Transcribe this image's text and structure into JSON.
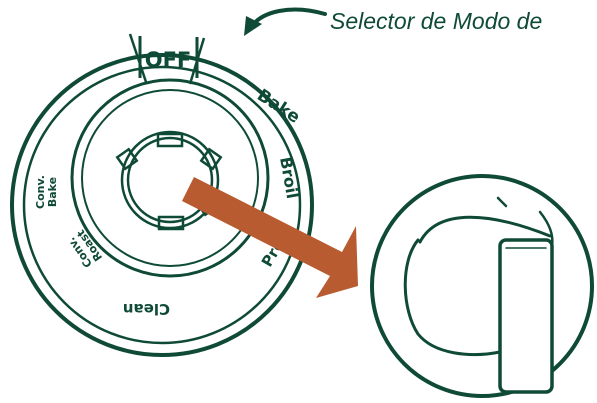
{
  "callout": {
    "text": "Selector de Modo de"
  },
  "dial": {
    "off_label": "OFF",
    "modes": {
      "bake": "Bake",
      "broil": "Broil",
      "proof": "Proof",
      "clean": "Clean",
      "conv_roast_line1": "Conv.",
      "conv_roast_line2": "Roast",
      "conv_bake_line1": "Conv.",
      "conv_bake_line2": "Bake"
    }
  },
  "colors": {
    "line": "#0f4a37",
    "arrow": "#b95b31",
    "background": "#ffffff"
  },
  "icons": [
    "curved-pointer-arrow-icon",
    "direction-arrow-icon",
    "knob-hub-icon",
    "side-view-knob-icon"
  ]
}
